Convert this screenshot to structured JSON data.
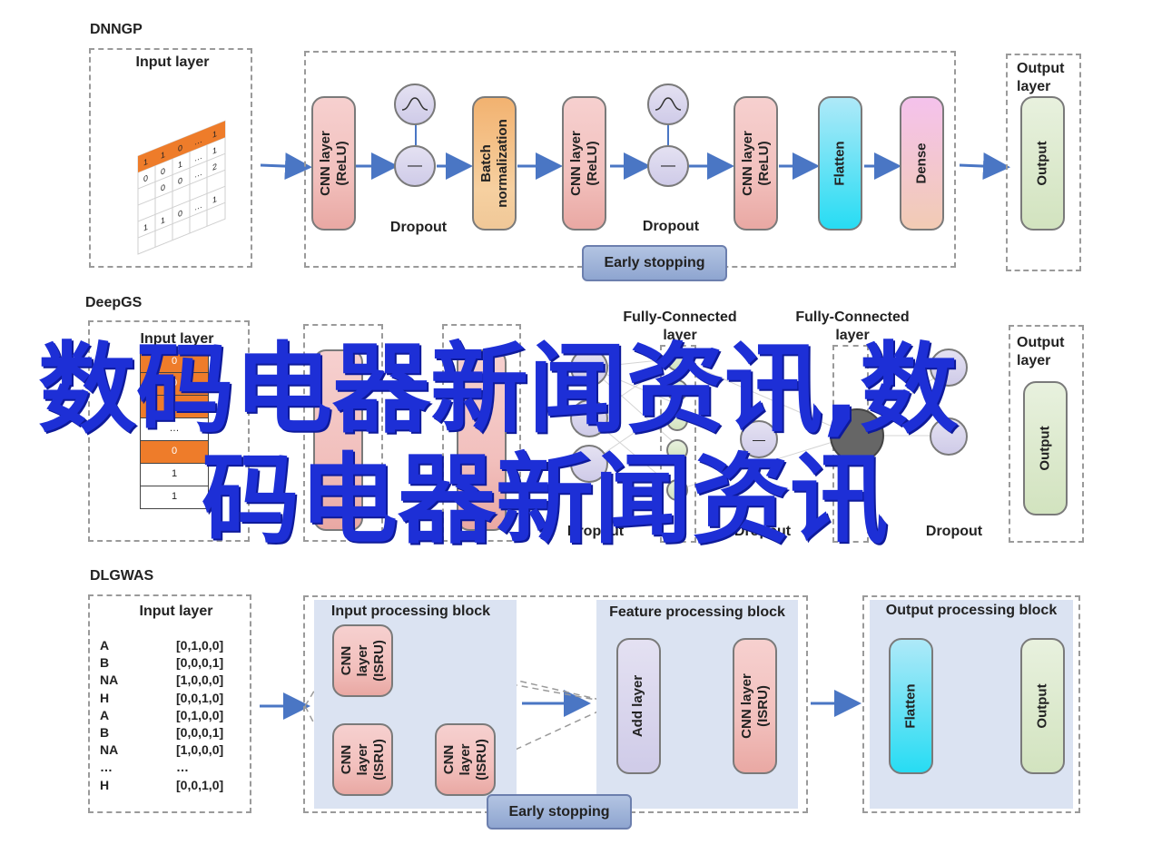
{
  "sections": {
    "dnngp": "DNNGP",
    "deepgs": "DeepGS",
    "dlgwas": "DLGWAS"
  },
  "dnngp": {
    "input_label": "Input layer",
    "cnn1": "CNN layer\n(ReLU)",
    "dropout1": "Dropout",
    "batch": "Batch\nnormalization",
    "cnn2": "CNN layer\n(ReLU)",
    "dropout2": "Dropout",
    "cnn3": "CNN layer\n(ReLU)",
    "flatten": "Flatten",
    "dense": "Dense",
    "output_label": "Output\nlayer",
    "output": "Output",
    "early_stopping": "Early stopping"
  },
  "deepgs": {
    "input_label": "Input layer",
    "input_values": [
      "0",
      "0",
      "0",
      "…",
      "0",
      "1",
      "1"
    ],
    "fc1": "Fully-Connected\nlayer",
    "fc2": "Fully-Connected\nlayer",
    "dropout1": "Dropout",
    "dropout2": "Dropout",
    "dropout3": "Dropout",
    "output_label": "Output\nlayer",
    "output": "Output"
  },
  "dlgwas": {
    "input_label": "Input layer",
    "rows": [
      {
        "k": "A",
        "v": "[0,1,0,0]"
      },
      {
        "k": "B",
        "v": "[0,0,0,1]"
      },
      {
        "k": "NA",
        "v": "[1,0,0,0]"
      },
      {
        "k": "H",
        "v": "[0,0,1,0]"
      },
      {
        "k": "A",
        "v": "[0,1,0,0]"
      },
      {
        "k": "B",
        "v": "[0,0,0,1]"
      },
      {
        "k": "NA",
        "v": "[1,0,0,0]"
      },
      {
        "k": "…",
        "v": "…"
      },
      {
        "k": "H",
        "v": "[0,0,1,0]"
      }
    ],
    "input_block": "Input processing block",
    "feature_block": "Feature processing block",
    "output_block": "Output processing block",
    "cnn_isru": "CNN\nlayer\n(ISRU)",
    "add_layer": "Add layer",
    "cnn_isru_h": "CNN layer\n(ISRU)",
    "flatten": "Flatten",
    "output": "Output",
    "early_stopping": "Early stopping"
  },
  "watermark": {
    "line1": "数码电器新闻资讯,数",
    "line2": "码电器新闻资讯"
  },
  "colors": {
    "arrow": "#4a76c4",
    "watermark": "#1d2fd6",
    "orange_cell": "#ee7c2a"
  }
}
